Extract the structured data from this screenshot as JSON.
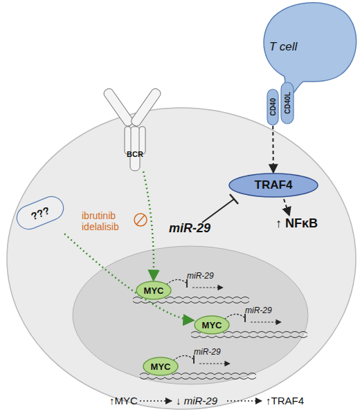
{
  "diagram": {
    "nodes": [
      {
        "text": [
          "T cell"
        ]
      },
      {
        "text": [
          "CD40"
        ]
      },
      {
        "text": [
          "CD40L"
        ]
      },
      {
        "text": [
          "BCR"
        ]
      },
      {
        "text": [
          "???"
        ]
      },
      {
        "text": [
          "TRAF4"
        ]
      },
      {
        "text": [
          "MYC"
        ]
      },
      {
        "text": [
          "MYC"
        ]
      },
      {
        "text": [
          "MYC"
        ]
      }
    ],
    "edges": [
      {
        "from": 1,
        "to": 5,
        "arrow": "to"
      },
      {
        "from": 3,
        "to": 6,
        "arrow": "to"
      },
      {
        "from": 4,
        "to": 7,
        "arrow": "to"
      }
    ],
    "labels": [
      "ibrutinib idelalisib",
      "miR-29",
      "↑ NFκB",
      "miR-29",
      "miR-29",
      "miR-29",
      "↑MYC",
      "↓ miR-29",
      "↑TRAF4"
    ]
  }
}
